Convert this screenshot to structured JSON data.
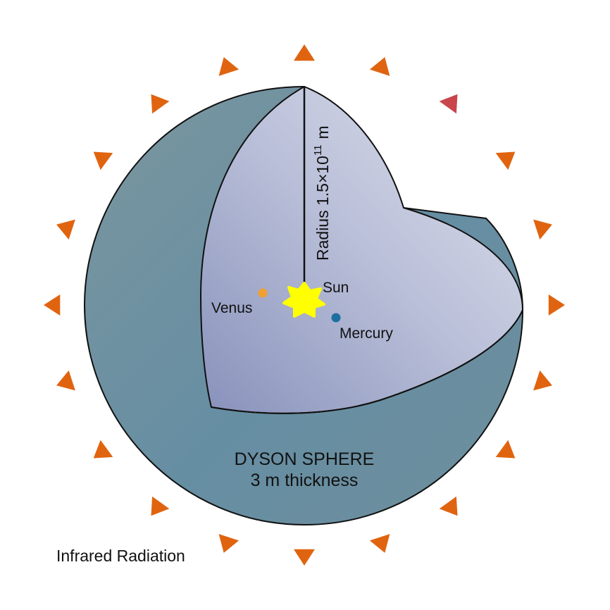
{
  "diagram": {
    "title": "DYSON SPHERE",
    "subtitle": "3 m thickness",
    "radius_label": "Radius 1.5×10",
    "radius_exponent": "11",
    "radius_unit": "m",
    "footer_label": "Infrared Radiation",
    "bodies": [
      {
        "name": "Sun",
        "color": "#ffff00"
      },
      {
        "name": "Venus",
        "color": "#f0a030"
      },
      {
        "name": "Mercury",
        "color": "#1e6fa0"
      }
    ],
    "colors": {
      "shell_outer": "#6b8e9e",
      "shell_inner": "#cfd4e6",
      "arrow": "#e0640f",
      "arrow_highlight": "#c8454c"
    }
  }
}
